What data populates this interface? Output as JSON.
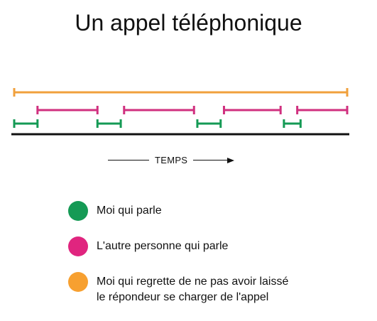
{
  "title": "Un appel téléphonique",
  "time_label": "TEMPS",
  "colors": {
    "green": "#159a55",
    "pink": "#d0307f",
    "orange": "#f0a03c",
    "axis": "#111111"
  },
  "legend": [
    {
      "label": "Moi qui parle",
      "color": "#159a55",
      "icon": "green-circle-icon"
    },
    {
      "label": "L'autre personne qui parle",
      "color": "#e0257f",
      "icon": "pink-circle-icon"
    },
    {
      "label": "Moi qui regrette de ne pas avoir laissé\nle répondeur se charger de l'appel",
      "color": "#f7a030",
      "icon": "orange-circle-icon"
    }
  ],
  "timeline": {
    "total": [
      0,
      100
    ],
    "tracks": [
      {
        "name": "regret",
        "color": "#f0a03c",
        "segments": [
          [
            0,
            100
          ]
        ]
      },
      {
        "name": "other",
        "color": "#d0307f",
        "segments": [
          [
            7,
            25
          ],
          [
            33,
            54
          ],
          [
            63,
            80
          ],
          [
            85,
            100
          ]
        ]
      },
      {
        "name": "me",
        "color": "#159a55",
        "segments": [
          [
            0,
            7
          ],
          [
            25,
            32
          ],
          [
            55,
            62
          ],
          [
            81,
            86
          ]
        ]
      }
    ]
  }
}
